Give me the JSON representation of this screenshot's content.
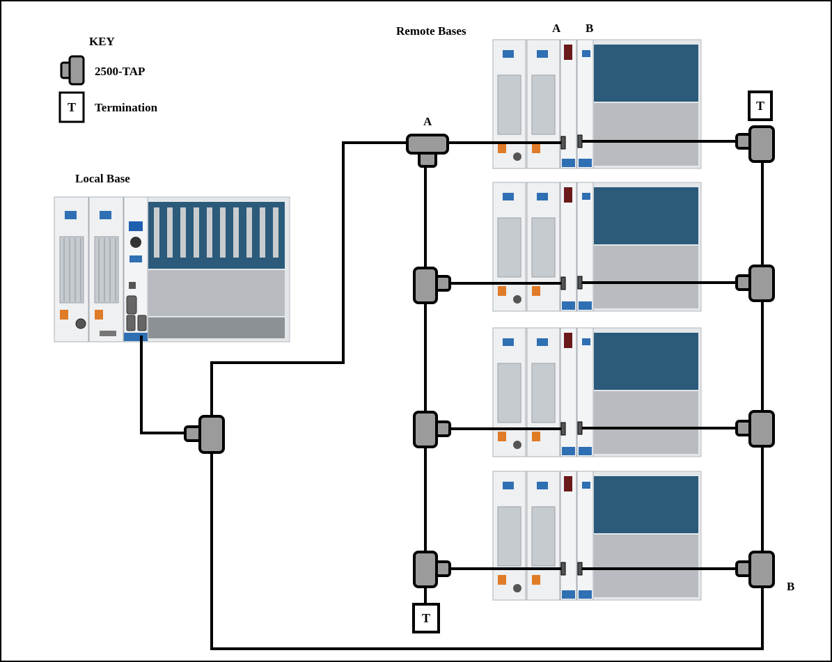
{
  "key": {
    "title": "KEY",
    "tap_label": "2500-TAP",
    "termination_symbol": "T",
    "termination_label": "Termination"
  },
  "local_base": {
    "title": "Local Base"
  },
  "remote_bases": {
    "title": "Remote Bases",
    "port_a_label": "A",
    "port_b_label": "B"
  },
  "network": {
    "tap_a_label": "A",
    "bus_b_label": "B",
    "top_termination_symbol": "T",
    "bottom_termination_symbol": "T"
  },
  "colors": {
    "tap_fill": "#9b9b9b",
    "cable": "#000000",
    "panel": "#e9ecef",
    "backplane": "#2b5a7a",
    "accent_blue": "#2f6fb3",
    "accent_orange": "#e07b28"
  }
}
